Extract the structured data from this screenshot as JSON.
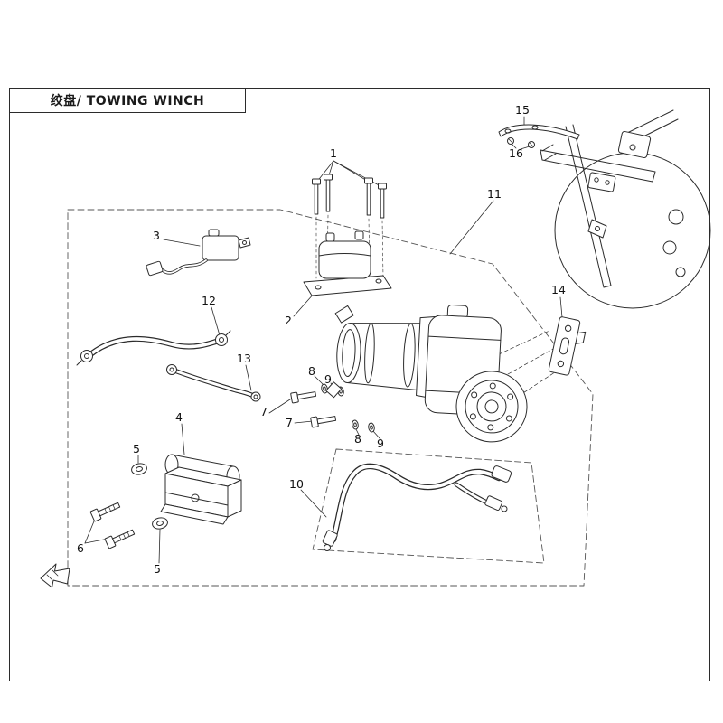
{
  "title": "绞盘/ TOWING WINCH",
  "callouts": {
    "c1": "1",
    "c2": "2",
    "c3": "3",
    "c4": "4",
    "c5a": "5",
    "c5b": "5",
    "c6": "6",
    "c7a": "7",
    "c7b": "7",
    "c8a": "8",
    "c8b": "8",
    "c9a": "9",
    "c9b": "9",
    "c10": "10",
    "c11": "11",
    "c12": "12",
    "c13": "13",
    "c14": "14",
    "c15": "15",
    "c16": "16"
  },
  "colors": {
    "line": "#2b2b2b",
    "dashed": "#555555",
    "background": "#ffffff"
  }
}
